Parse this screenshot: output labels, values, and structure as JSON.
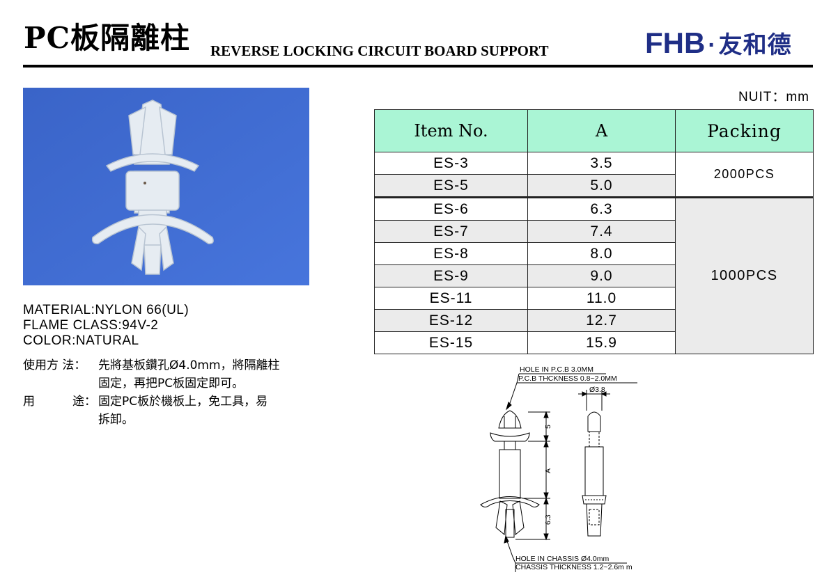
{
  "header": {
    "title_cn": "PC板隔離柱",
    "title_en": "REVERSE LOCKING CIRCUIT BOARD SUPPORT",
    "brand_latin": "FHB",
    "brand_dot": "·",
    "brand_cn": "友和德"
  },
  "unit_label": "NUIT：mm",
  "photo": {
    "background_color": "#3e6bd1",
    "part_color": "#e6ecf2"
  },
  "specs": {
    "material": "MATERIAL:NYLON 66(UL)",
    "flame": "FLAME CLASS:94V-2",
    "color": "COLOR:NATURAL"
  },
  "usage": {
    "method_label": "使用方 法：",
    "method_line1": "先將基板鑽孔Ø4.0mm，將隔離柱",
    "method_line2": "固定，再把PC板固定即可。",
    "use_label_a": "用",
    "use_label_b": "途：",
    "use_line1": "固定PC板於機板上，免工具，易",
    "use_line2": "拆卸。"
  },
  "table": {
    "headers": [
      "Item No.",
      "A",
      "Packing"
    ],
    "header_color": "#aaf5d5",
    "shade_color": "#ebebeb",
    "rows": [
      {
        "item": "ES-3",
        "a": "3.5"
      },
      {
        "item": "ES-5",
        "a": "5.0"
      },
      {
        "item": "ES-6",
        "a": "6.3"
      },
      {
        "item": "ES-7",
        "a": "7.4"
      },
      {
        "item": "ES-8",
        "a": "8.0"
      },
      {
        "item": "ES-9",
        "a": "9.0"
      },
      {
        "item": "ES-11",
        "a": "11.0"
      },
      {
        "item": "ES-12",
        "a": "12.7"
      },
      {
        "item": "ES-15",
        "a": "15.9"
      }
    ],
    "packing_group_1": "2000PCS",
    "packing_group_2": "1000PCS"
  },
  "drawing": {
    "hole_pcb": "HOLE IN P.C.B  3.0MM",
    "pcb_thickness": "P.C.B THCKNESS 0.8~2.0MM",
    "diameter": "Ø3.8",
    "dim_top": "5",
    "dim_middle": "A",
    "dim_bottom": "6.3",
    "hole_chassis": "HOLE IN CHASSIS Ø4.0mm",
    "chassis_thickness": "CHASSIS THICKNESS 1.2~2.6m m"
  }
}
